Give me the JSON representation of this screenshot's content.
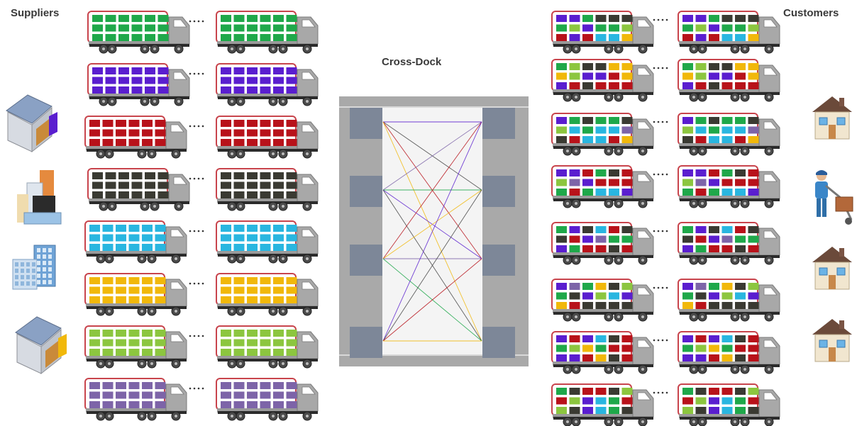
{
  "labels": {
    "suppliers": "Suppliers",
    "customers": "Customers",
    "crossdock": "Cross-Dock"
  },
  "colors": {
    "green": "#1fa84a",
    "purple": "#5a1ecf",
    "red": "#b8121a",
    "black": "#3a3a32",
    "cyan": "#29b6e0",
    "yellow": "#f1b80a",
    "lightgreen": "#8cc63f",
    "lavender": "#7d64a8",
    "trailer_border": "#c8444c",
    "cab": "#a8a8a8",
    "dock_gray": "#a9a9a9",
    "dock_panel": "#7d8798"
  },
  "supplier_trucks": [
    "green",
    "purple",
    "red",
    "black",
    "cyan",
    "yellow",
    "lightgreen",
    "lavender"
  ],
  "customer_trucks": [
    [
      [
        "purple",
        "purple",
        "green",
        "black",
        "black",
        "black"
      ],
      [
        "green",
        "lightgreen",
        "purple",
        "green",
        "green",
        "lightgreen"
      ],
      [
        "red",
        "purple",
        "red",
        "cyan",
        "cyan",
        "yellow"
      ]
    ],
    [
      [
        "green",
        "lightgreen",
        "black",
        "black",
        "yellow",
        "yellow"
      ],
      [
        "yellow",
        "lightgreen",
        "purple",
        "purple",
        "red",
        "yellow"
      ],
      [
        "purple",
        "red",
        "black",
        "red",
        "red",
        "red"
      ]
    ],
    [
      [
        "purple",
        "green",
        "black",
        "green",
        "green",
        "black"
      ],
      [
        "lightgreen",
        "cyan",
        "green",
        "cyan",
        "cyan",
        "lavender"
      ],
      [
        "black",
        "red",
        "cyan",
        "cyan",
        "red",
        "yellow"
      ]
    ],
    [
      [
        "purple",
        "purple",
        "red",
        "green",
        "black",
        "red"
      ],
      [
        "lightgreen",
        "lavender",
        "purple",
        "red",
        "red",
        "red"
      ],
      [
        "green",
        "red",
        "green",
        "cyan",
        "cyan",
        "purple"
      ]
    ],
    [
      [
        "green",
        "purple",
        "black",
        "cyan",
        "red",
        "black"
      ],
      [
        "black",
        "red",
        "purple",
        "lavender",
        "green",
        "green"
      ],
      [
        "purple",
        "green",
        "red",
        "red",
        "black",
        "red"
      ]
    ],
    [
      [
        "purple",
        "lavender",
        "green",
        "yellow",
        "black",
        "lightgreen"
      ],
      [
        "green",
        "black",
        "purple",
        "lightgreen",
        "cyan",
        "purple"
      ],
      [
        "yellow",
        "red",
        "black",
        "black",
        "black",
        "black"
      ]
    ],
    [
      [
        "purple",
        "red",
        "purple",
        "cyan",
        "black",
        "red"
      ],
      [
        "green",
        "lightgreen",
        "yellow",
        "green",
        "red",
        "red"
      ],
      [
        "purple",
        "purple",
        "red",
        "yellow",
        "black",
        "red"
      ]
    ],
    [
      [
        "green",
        "black",
        "red",
        "red",
        "black",
        "lightgreen"
      ],
      [
        "red",
        "lightgreen",
        "purple",
        "cyan",
        "green",
        "red"
      ],
      [
        "lightgreen",
        "black",
        "purple",
        "cyan",
        "green",
        "black"
      ]
    ]
  ],
  "supplier_icons": [
    "warehouse-purple",
    "office-towers",
    "city-buildings",
    "warehouse-yellow"
  ],
  "customer_icons": [
    "house",
    "delivery-worker",
    "house",
    "house"
  ]
}
